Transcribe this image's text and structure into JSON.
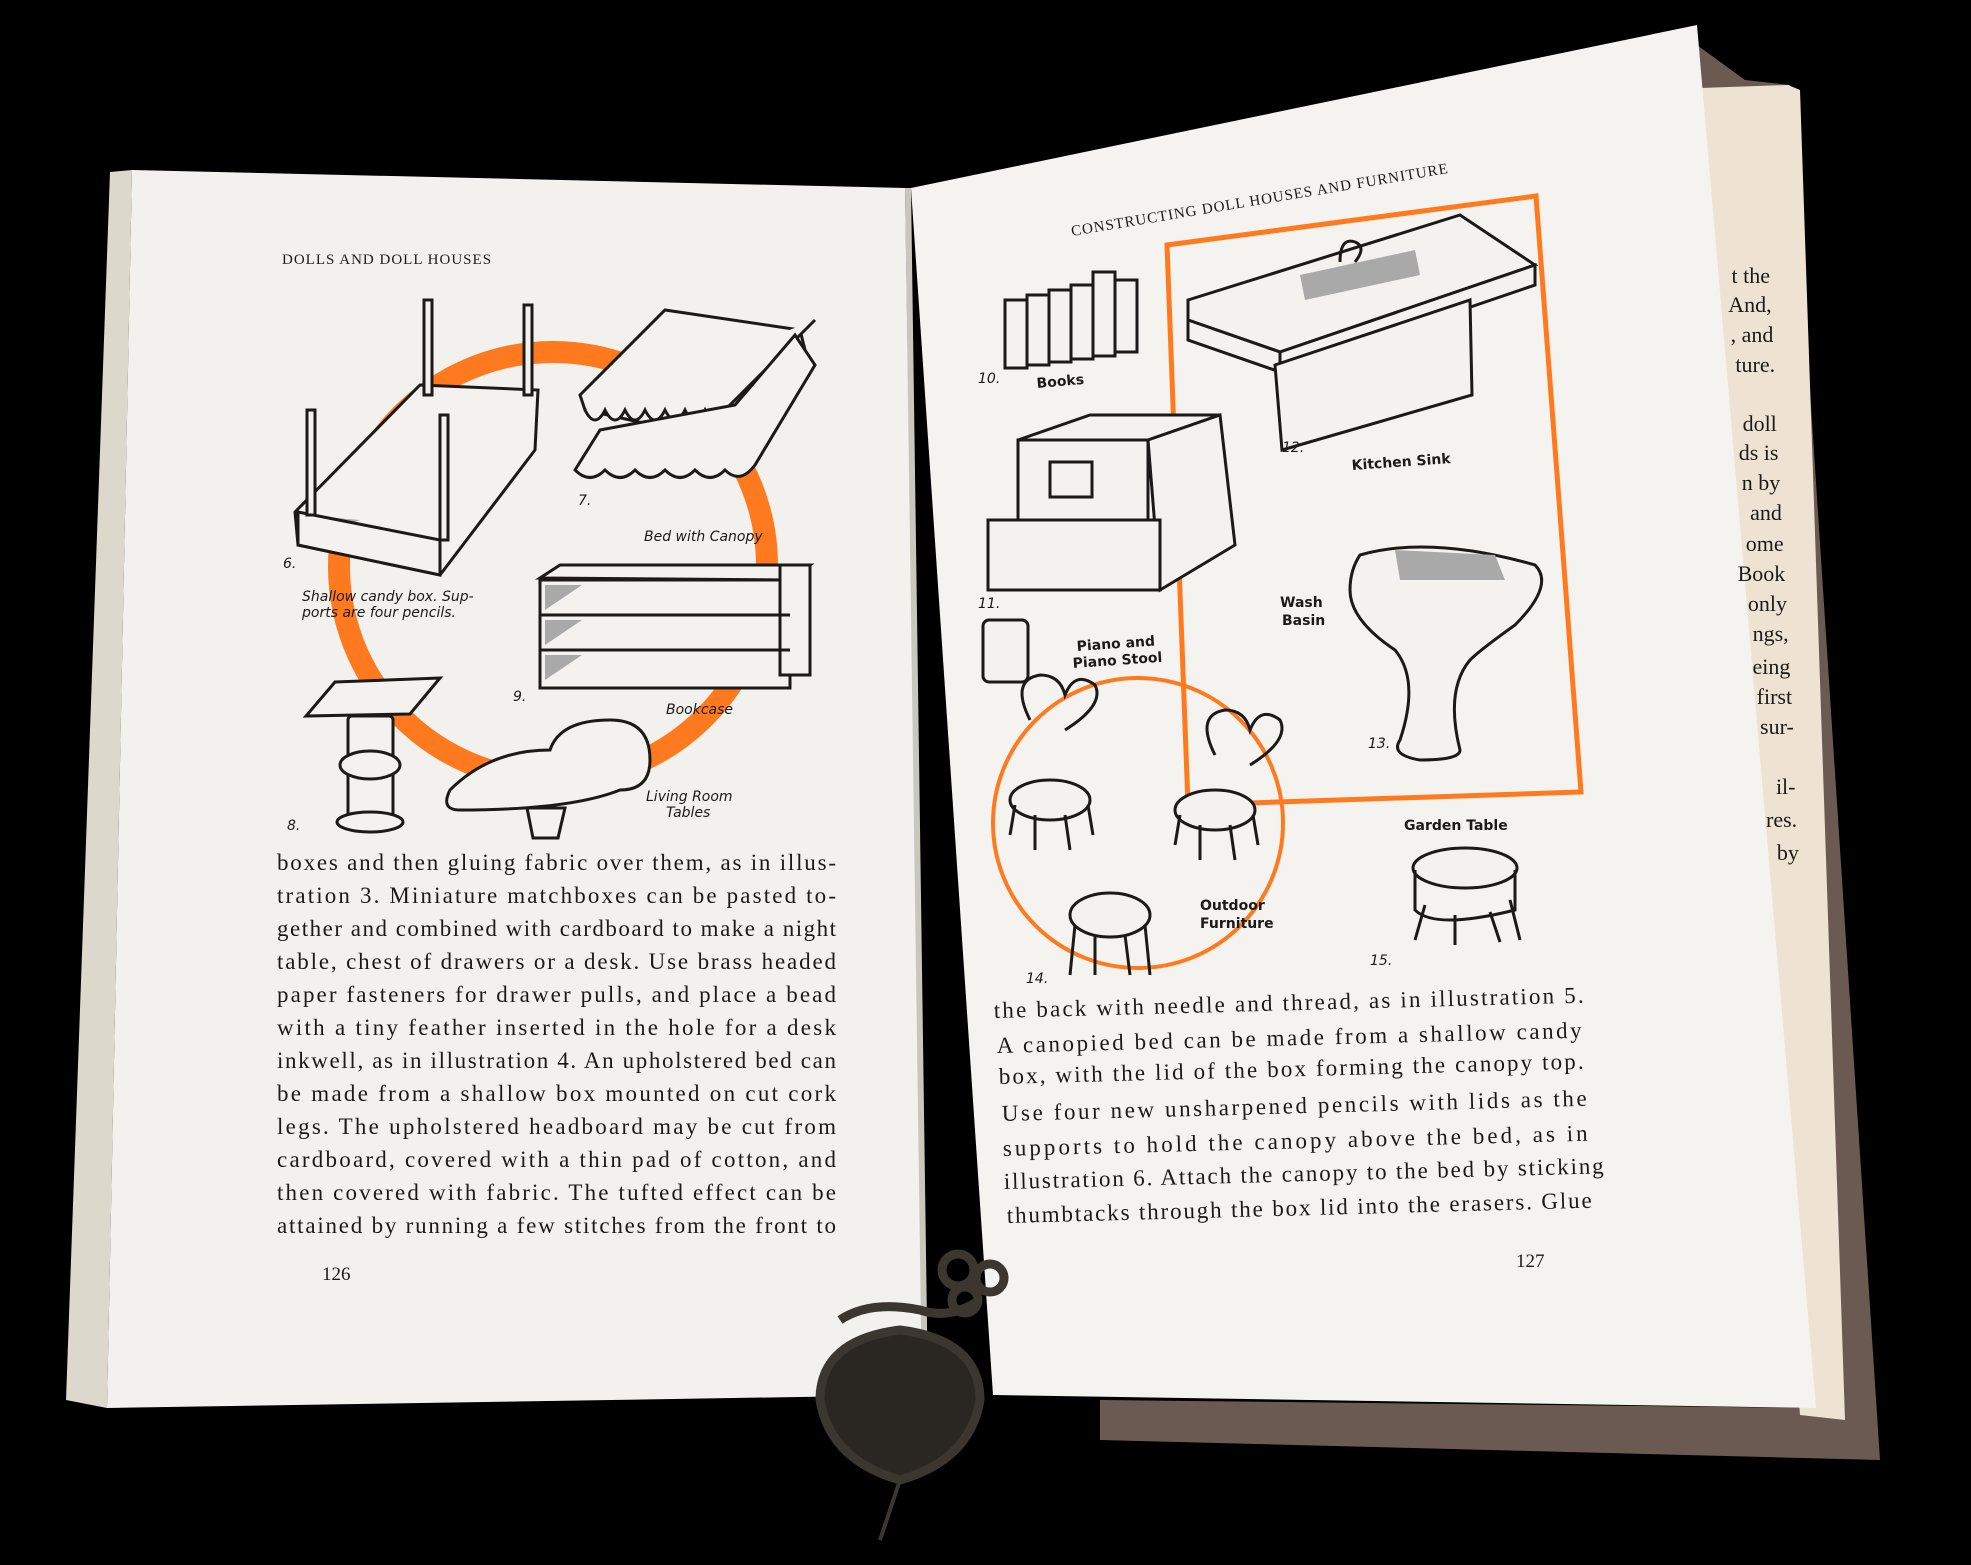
{
  "colors": {
    "orange": "#ff7a1f",
    "paper": "#f3f2ee",
    "background": "#000000",
    "ink": "#1c1a18"
  },
  "left_page": {
    "header": "DOLLS AND DOLL HOUSES",
    "page_number": "126",
    "labels": {
      "n6": "6.",
      "caption6_1": "Shallow candy box. Sup-",
      "caption6_2": "ports are four pencils.",
      "n7": "7.",
      "bed_canopy": "Bed with Canopy",
      "n9": "9.",
      "bookcase": "Bookcase",
      "n8": "8.",
      "living_room_1": "Living Room",
      "living_room_2": "Tables"
    },
    "body_lines": [
      "boxes and then gluing fabric over them, as in illus-",
      "tration 3. Miniature matchboxes can be pasted to-",
      "gether and combined with cardboard to make a night",
      "table, chest of drawers or a desk. Use brass headed",
      "paper fasteners for drawer pulls, and place a bead",
      "with a tiny feather inserted in the hole for a desk",
      "inkwell, as in illustration 4. An upholstered bed can",
      "be made from a shallow box mounted on cut cork",
      "legs. The upholstered headboard may be cut from",
      "cardboard, covered with a thin pad of cotton, and",
      "then covered with fabric. The tufted effect can be",
      "attained by running a few stitches from the front to"
    ]
  },
  "right_page": {
    "header": "CONSTRUCTING DOLL HOUSES AND FURNITURE",
    "page_number": "127",
    "labels": {
      "n10": "10.",
      "books": "Books",
      "n12": "12.",
      "kitchen_sink": "Kitchen Sink",
      "n11": "11.",
      "piano_1": "Piano and",
      "piano_2": "Piano Stool",
      "wash_1": "Wash",
      "wash_2": "Basin",
      "n13": "13.",
      "garden_table": "Garden Table",
      "outdoor_1": "Outdoor",
      "outdoor_2": "Furniture",
      "n14": "14.",
      "n15": "15."
    },
    "body_lines": [
      "the back with needle and thread, as in illustration 5.",
      "A canopied bed can be made from a shallow candy",
      "box, with the lid of the box forming the canopy top.",
      "Use four new unsharpened pencils with lids as the",
      "supports to hold the canopy above the bed, as in",
      "illustration 6. Attach the canopy to the bed by sticking",
      "thumbtacks through the box lid into the erasers. Glue"
    ]
  },
  "next_page_fragments": [
    "t the",
    "And,",
    ", and",
    "ture.",
    "doll",
    "ds is",
    "n by",
    "and",
    "ome",
    "Book",
    "only",
    "ngs,",
    "eing",
    "first",
    "sur-",
    "il-",
    "res.",
    "by"
  ]
}
